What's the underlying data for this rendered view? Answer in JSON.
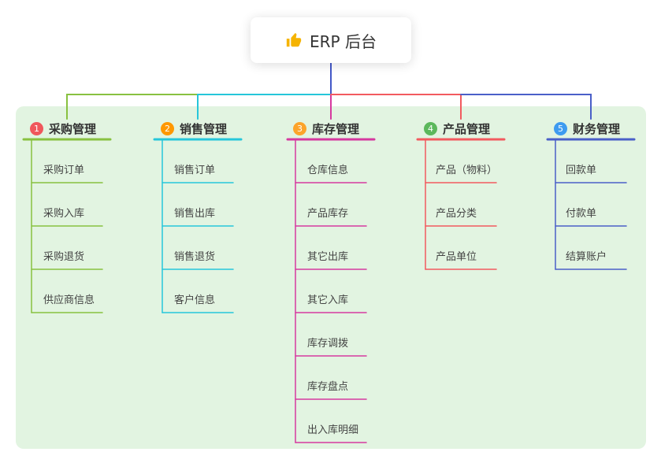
{
  "canvas": {
    "background": "#ffffff",
    "panel_color": "#e2f4e1"
  },
  "root": {
    "label": "ERP 后台",
    "icon": "thumbs-up-icon",
    "icon_color": "#f5b301",
    "connector_color": "#4358c8"
  },
  "branches": [
    {
      "number": "1",
      "label": "采购管理",
      "badge_color": "#f0575c",
      "color": "#88c140",
      "children": [
        "采购订单",
        "采购入库",
        "采购退货",
        "供应商信息"
      ]
    },
    {
      "number": "2",
      "label": "销售管理",
      "badge_color": "#ff9800",
      "color": "#26c6da",
      "children": [
        "销售订单",
        "销售出库",
        "销售退货",
        "客户信息"
      ]
    },
    {
      "number": "3",
      "label": "库存管理",
      "badge_color": "#fca42b",
      "color": "#d6399f",
      "children": [
        "仓库信息",
        "产品库存",
        "其它出库",
        "其它入库",
        "库存调拨",
        "库存盘点",
        "出入库明细"
      ]
    },
    {
      "number": "4",
      "label": "产品管理",
      "badge_color": "#5cb85c",
      "color": "#f25a5f",
      "children": [
        "产品（物料）",
        "产品分类",
        "产品单位"
      ]
    },
    {
      "number": "5",
      "label": "财务管理",
      "badge_color": "#3e9bf0",
      "color": "#4a5fc8",
      "children": [
        "回款单",
        "付款单",
        "结算账户"
      ]
    }
  ]
}
